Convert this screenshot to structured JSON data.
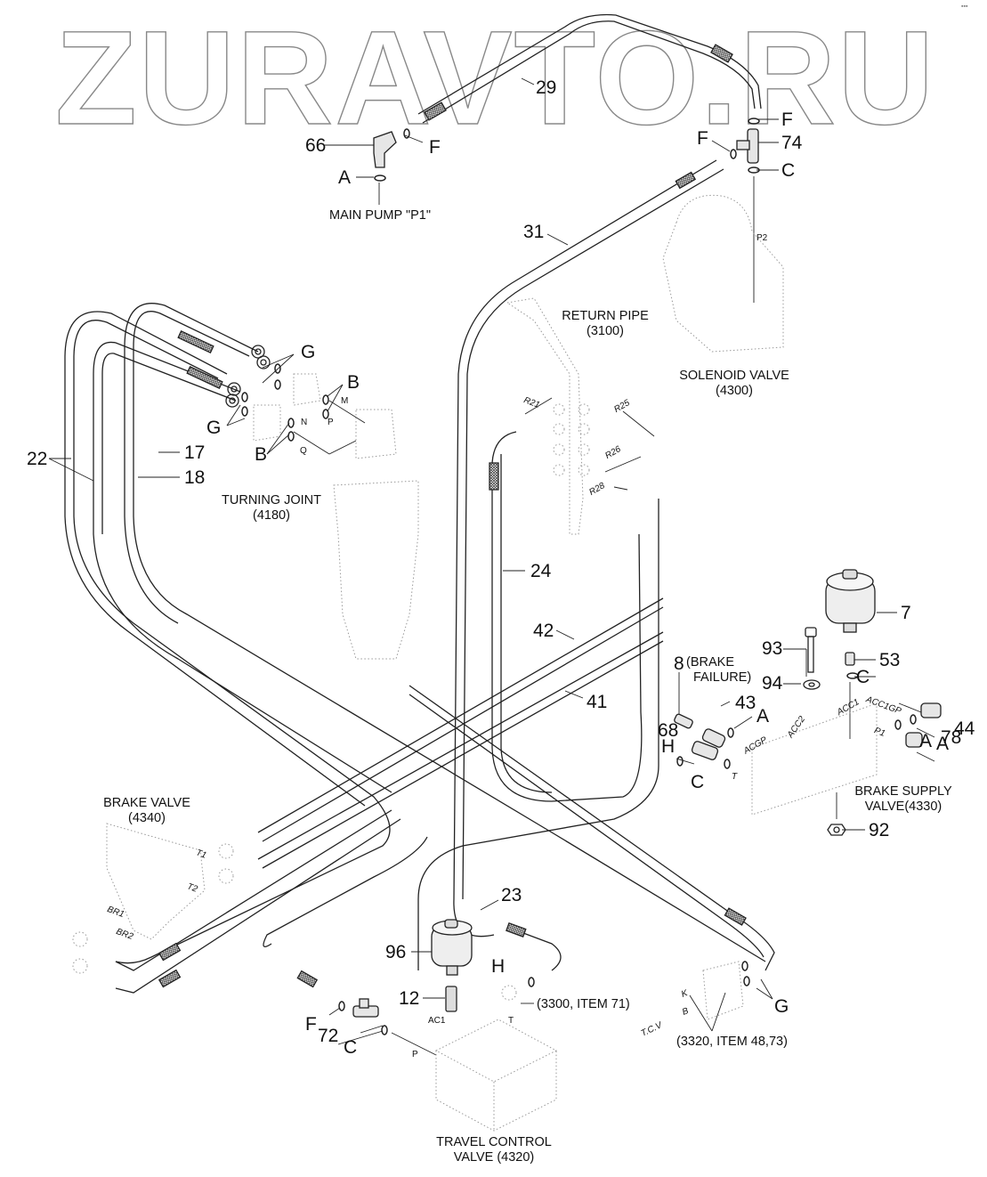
{
  "watermark": "ZURAVTO.RU",
  "corner_mark": "▪▪▪",
  "components": {
    "main_pump": "MAIN PUMP \"P1\"",
    "return_pipe": [
      "RETURN PIPE",
      "(3100)"
    ],
    "solenoid_valve": [
      "SOLENOID VALVE",
      "(4300)"
    ],
    "turning_joint": [
      "TURNING JOINT",
      "(4180)"
    ],
    "brake_valve": [
      "BRAKE VALVE",
      "(4340)"
    ],
    "brake_supply_valve": [
      "BRAKE SUPPLY",
      "VALVE(4330)"
    ],
    "travel_control_valve": [
      "TRAVEL CONTROL",
      "VALVE (4320)"
    ],
    "ref_3300": "(3300, ITEM 71)",
    "ref_3320": "(3320, ITEM 48,73)",
    "brake_failure": [
      "(BRAKE",
      "FAILURE)"
    ]
  },
  "part_numbers": {
    "p29": "29",
    "p66": "66",
    "p74": "74",
    "p31": "31",
    "p22": "22",
    "p17": "17",
    "p18": "18",
    "p24": "24",
    "p42": "42",
    "p41": "41",
    "p7": "7",
    "p93": "93",
    "p53": "53",
    "p94": "94",
    "p8": "8",
    "p43": "43",
    "p44": "44",
    "p78": "78",
    "p68": "68",
    "p92": "92",
    "p23": "23",
    "p96": "96",
    "p12": "12",
    "p72": "72"
  },
  "seal_letters": {
    "F1": "F",
    "F2": "F",
    "F3": "F",
    "F4": "F",
    "A1": "A",
    "A2": "A",
    "A3": "A",
    "A4": "A",
    "C1": "C",
    "C2": "C",
    "C3": "C",
    "C4": "C",
    "G1": "G",
    "G2": "G",
    "G3": "G",
    "B1": "B",
    "B2": "B",
    "H1": "H",
    "H2": "H"
  },
  "ports": {
    "P2": "P2",
    "M": "M",
    "P": "P",
    "N": "N",
    "Q": "Q",
    "R21": "R21",
    "R25": "R25",
    "R26": "R26",
    "R28": "R28",
    "ACC1": "ACC1",
    "ACC2": "ACC2",
    "ACC1GP": "ACC1GP",
    "ACGP": "ACGP",
    "P1": "P1",
    "T": "T",
    "T1": "T1",
    "T2": "T2",
    "BR1": "BR1",
    "BR2": "BR2",
    "AC1": "AC1",
    "TCV_T": "T",
    "TCV_P": "P",
    "K": "K",
    "B": "B",
    "TCV": "T.C.V"
  }
}
